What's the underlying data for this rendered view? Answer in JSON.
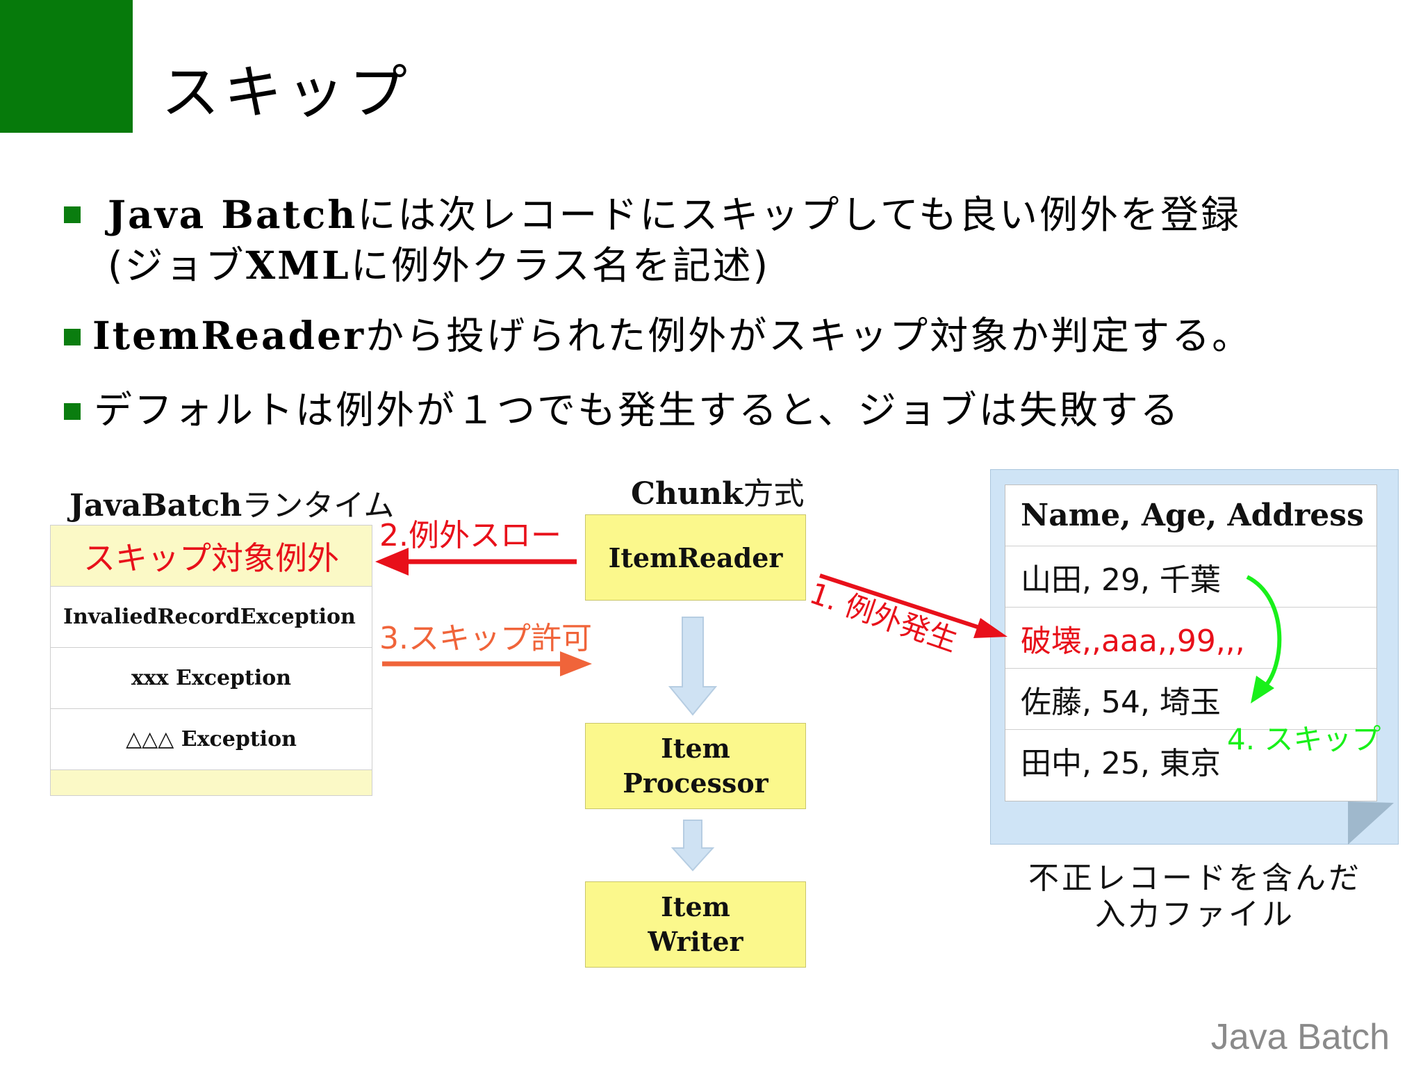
{
  "slide": {
    "title": "スキップ",
    "footer": "Java Batch"
  },
  "bullets": [
    {
      "lead": "Java Batch",
      "text": "には次レコードにスキップしても良い例外を登録"
    },
    {
      "paren_open": "(ジョブ",
      "lead": "XML",
      "text": "に例外クラス名を記述)"
    },
    {
      "lead": "ItemReader",
      "text": "から投げられた例外がスキップ対象か判定する。"
    },
    {
      "text": "デフォルトは例外が１つでも発生すると、ジョブは失敗する"
    }
  ],
  "runtime": {
    "heading_lead": "JavaBatch",
    "heading_text": "ランタイム",
    "header_row": "スキップ対象例外",
    "rows": [
      "InvaliedRecordException",
      "xxx Exception",
      "△△△ Exception"
    ]
  },
  "chunk": {
    "heading_lead": "Chunk",
    "heading_text": "方式",
    "reader": "ItemReader",
    "processor_line1": "Item",
    "processor_line2": "Processor",
    "writer_line1": "Item",
    "writer_line2": "Writer"
  },
  "arrows": {
    "throw": "2.例外スロー",
    "allow": "3.スキップ許可",
    "occur": "1. 例外発生",
    "skip": "4. スキップ"
  },
  "file": {
    "header": "Name, Age, Address",
    "records": [
      {
        "text": "山田, 29, 千葉",
        "error": false
      },
      {
        "text": "破壊,,aaa,,99,,,",
        "error": true
      },
      {
        "text": "佐藤, 54, 埼玉",
        "error": false
      },
      {
        "text": "田中, 25, 東京",
        "error": false
      }
    ],
    "caption_line1": "不正レコードを含んだ",
    "caption_line2": "入力ファイル"
  },
  "colors": {
    "accent_green": "#067a0b",
    "box_yellow": "#fbf88c",
    "arrow_red": "#e8101a",
    "arrow_orange": "#f0643a",
    "skip_green": "#19f01a",
    "file_blue": "#cfe4f6"
  }
}
